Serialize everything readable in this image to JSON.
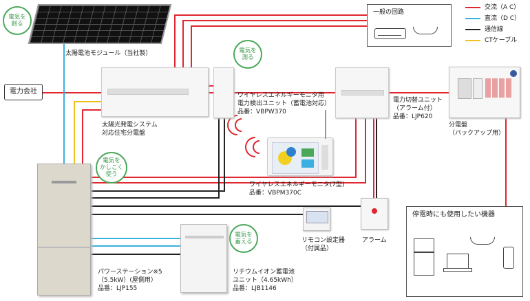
{
  "legend": {
    "items": [
      {
        "label": "交流（A C）",
        "color": "#e0262e"
      },
      {
        "label": "直流（D C）",
        "color": "#3ab0e0"
      },
      {
        "label": "通信線",
        "color": "#222222"
      },
      {
        "label": "CTケーブル",
        "color": "#f0c020"
      }
    ]
  },
  "bubbles": {
    "create": [
      "電気を",
      "創る"
    ],
    "measure": [
      "電気を",
      "測る"
    ],
    "smart": [
      "電気を",
      "かしこく",
      "使う"
    ],
    "store": [
      "電気を",
      "蓄える"
    ]
  },
  "labels": {
    "solar_module": "太陽電池モジュール（当社製）",
    "power_company": "電力会社",
    "distribution_board": [
      "太陽光発電システム",
      "対応住宅分電盤"
    ],
    "sensor_unit": [
      "ワイヤレスエネルギーモニタ用",
      "電力検出ユニット（蓄電池対応）",
      "品番：VBPW370"
    ],
    "monitor": [
      "ワイヤレスエネルギーモニタ(7型)",
      "品番：VBPM370C"
    ],
    "switch_unit": [
      "電力切替ユニット",
      "（アラーム付）",
      "品番：LJP620"
    ],
    "backup_panel": [
      "分電盤",
      "（バックアップ用）"
    ],
    "general_circuit": "一般の回路",
    "power_station": [
      "パワーステーション※5",
      "（5.5kW）(屋側用）",
      "品番：LJP155"
    ],
    "remote": [
      "リモコン設定器",
      "（付属品）"
    ],
    "alarm": "アラーム",
    "battery": [
      "リチウムイオン蓄電池",
      "ユニット（4.65kWh）",
      "品番：LJB1146"
    ],
    "outage_devices": "停電時にも使用したい機器"
  },
  "colors": {
    "ac": "#e0262e",
    "dc": "#3ab0e0",
    "comm": "#222222",
    "ct": "#f0c020",
    "bubble": "#4aa85a"
  }
}
